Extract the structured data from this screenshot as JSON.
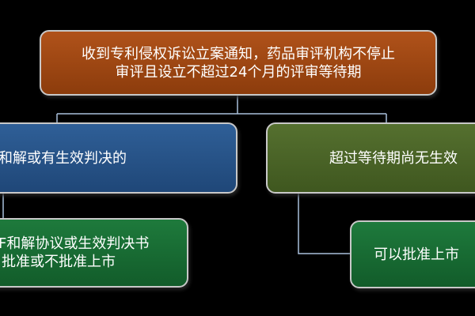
{
  "diagram": {
    "root": {
      "lines": [
        "收到专利侵权诉讼立案通知，药品审评机构不停止",
        "审评且设立不超过24个月的评审等待期"
      ]
    },
    "left_branch": {
      "lines": [
        "的和解或有生效判决的"
      ]
    },
    "right_branch": {
      "lines": [
        "超过等待期尚无生效"
      ]
    },
    "left_child": {
      "lines": [
        "F和解协议或生效判决书",
        "批准或不批准上市"
      ]
    },
    "right_child": {
      "lines": [
        "可以批准上市"
      ]
    }
  },
  "colors": {
    "background": "#000000",
    "root_fill": "#9c4512",
    "left_branch_fill": "#27548a",
    "right_branch_fill": "#4a6427",
    "child_fill": "#186b33",
    "node_border": "#c8c8c8",
    "connector": "#a9c0dc"
  }
}
